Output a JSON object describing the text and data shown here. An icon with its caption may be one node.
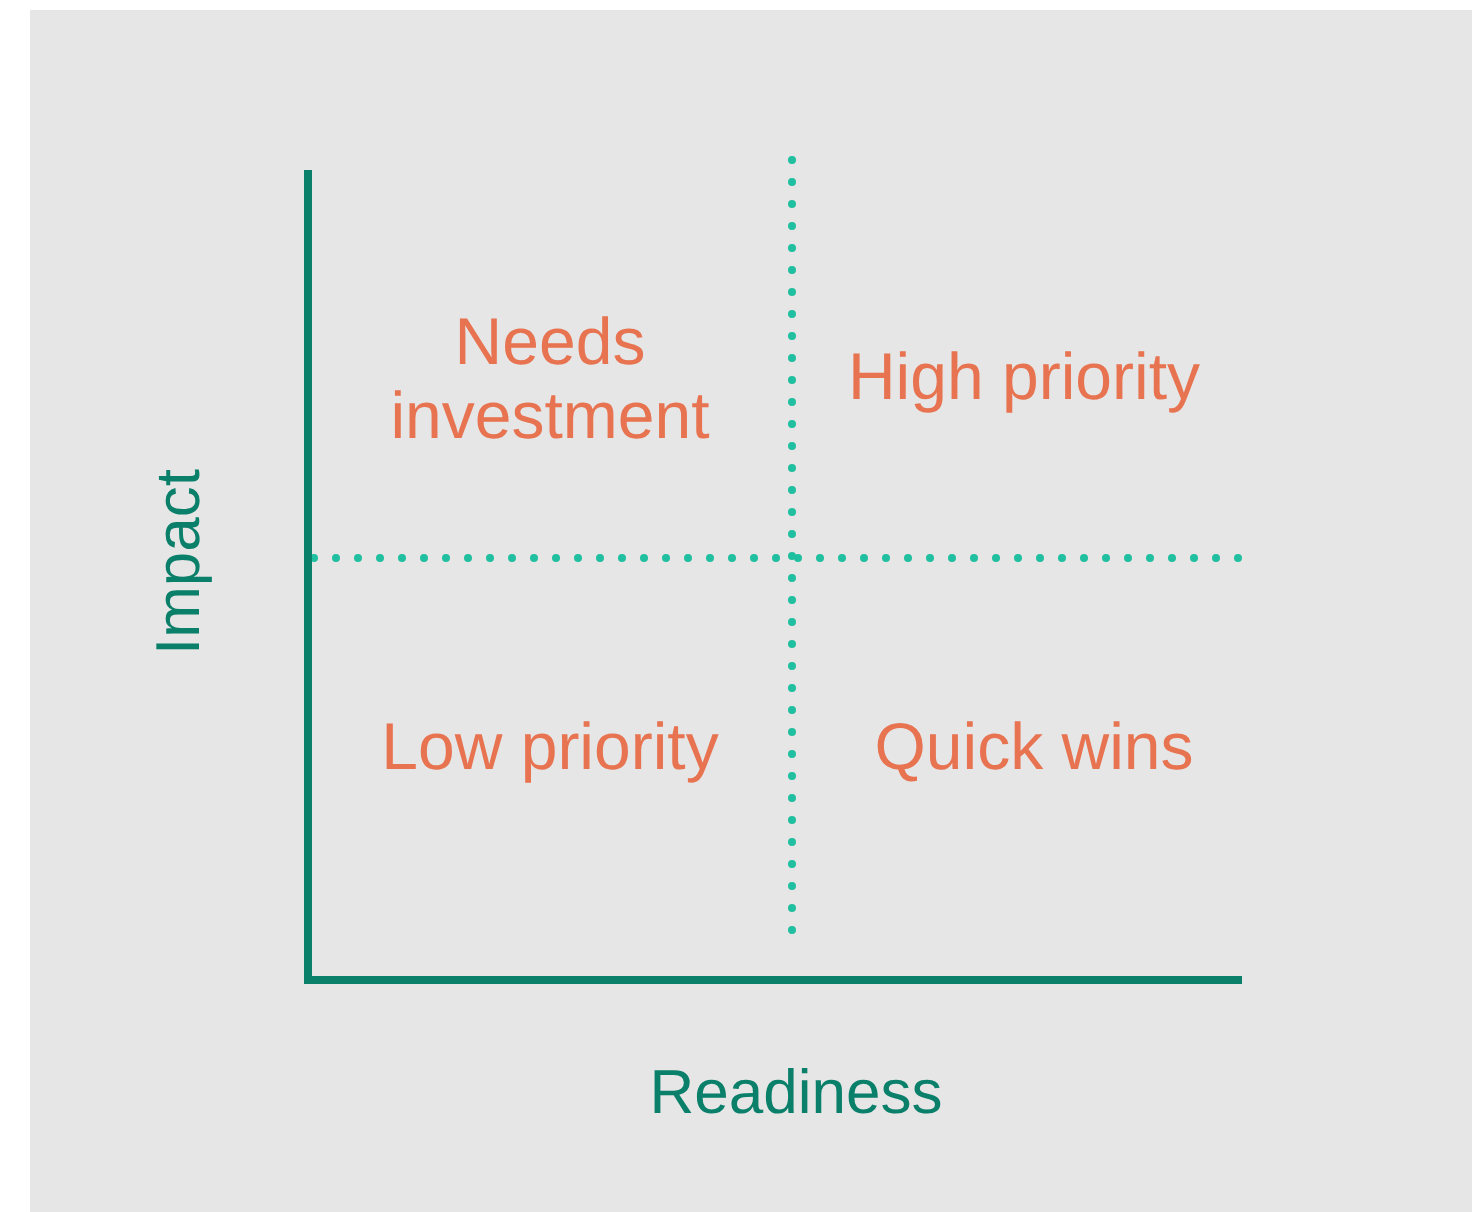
{
  "diagram": {
    "labels": [
      "Needs investment",
      "High priority",
      "Low priority",
      "Quick wins",
      "Impact",
      "Readiness"
    ]
  }
}
